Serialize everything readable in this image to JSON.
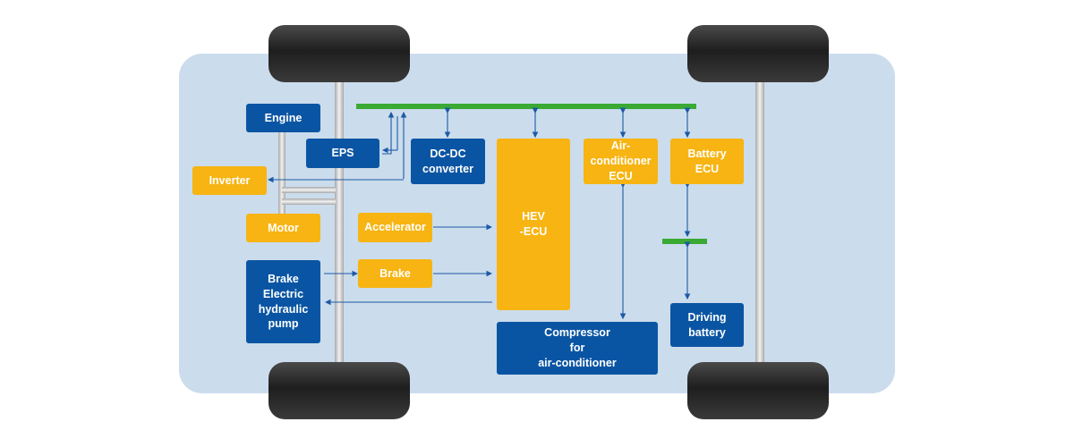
{
  "diagram": {
    "blocks": {
      "engine": "Engine",
      "eps": "EPS",
      "dcdc": "DC-DC\nconverter",
      "hev_ecu": "HEV\n-ECU",
      "ac_ecu": "Air-\nconditioner\nECU",
      "battery_ecu": "Battery\nECU",
      "inverter": "Inverter",
      "motor": "Motor",
      "accelerator": "Accelerator",
      "brake": "Brake",
      "brake_pump": "Brake\nElectric\nhydraulic\npump",
      "compressor": "Compressor\nfor\nair-conditioner",
      "driving_battery": "Driving\nbattery"
    },
    "colors": {
      "chassis": "#cbdcec",
      "blue_block": "#0a55a3",
      "orange_block": "#f7b412",
      "bus": "#3aaa35",
      "arrow": "#1b5aa6",
      "tire": "#2a2a2a",
      "axle": "#c8c8c8"
    }
  }
}
